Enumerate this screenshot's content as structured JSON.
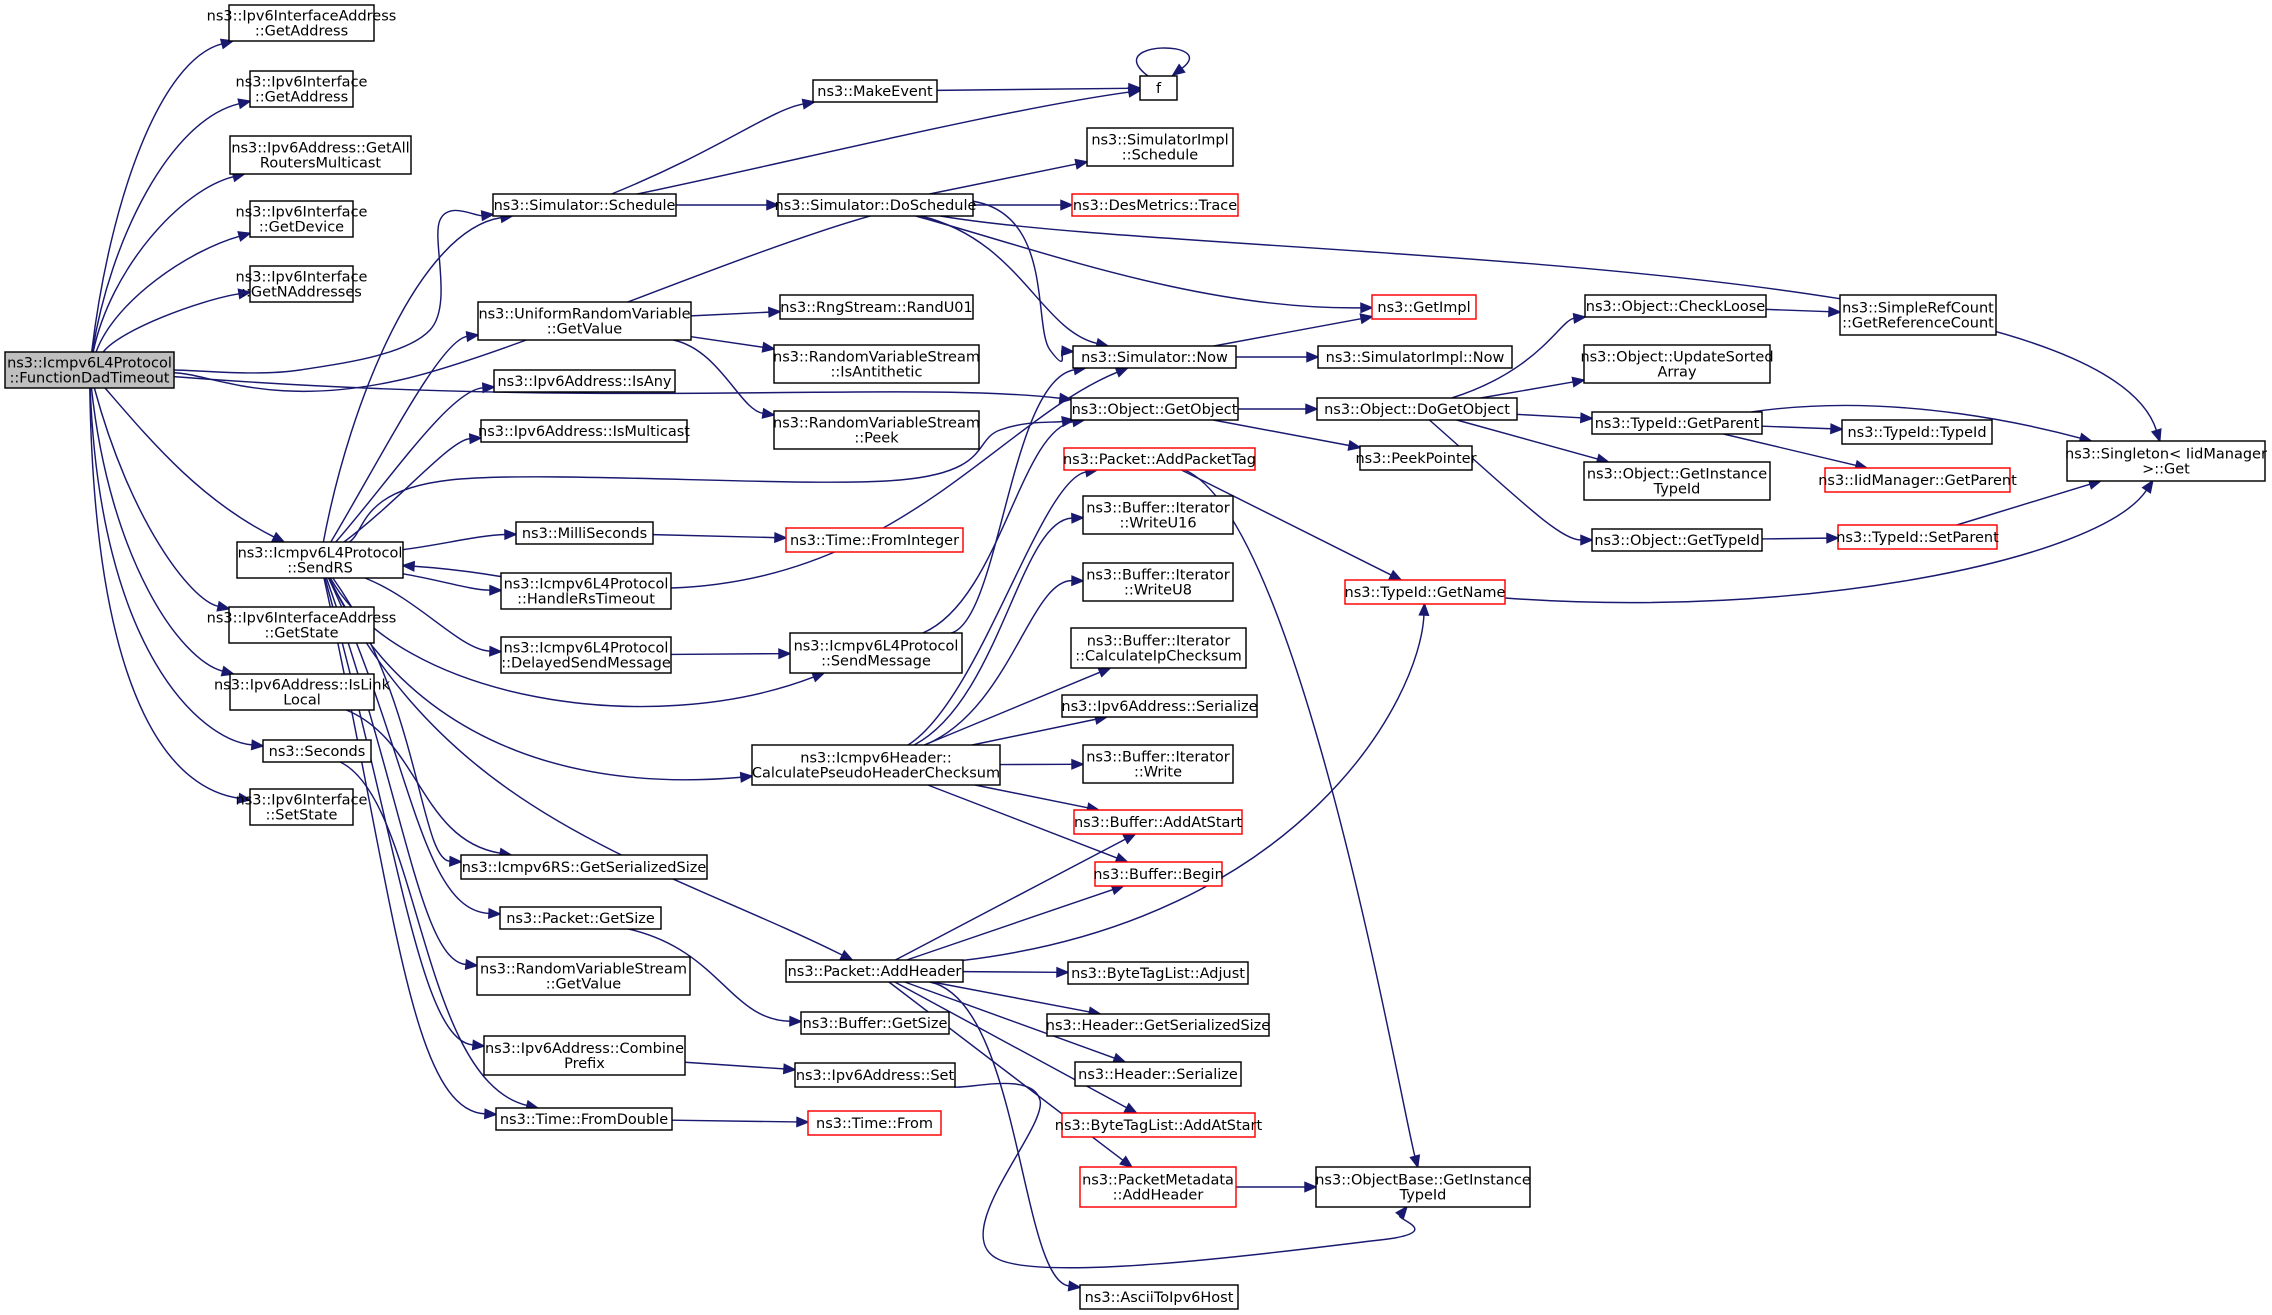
{
  "graph": {
    "nodes": [
      {
        "id": "root",
        "lines": [
          "ns3::Icmpv6L4Protocol",
          "::FunctionDadTimeout"
        ],
        "style": "root"
      },
      {
        "id": "n_ifaddr_getaddr",
        "lines": [
          "ns3::Ipv6InterfaceAddress",
          "::GetAddress"
        ]
      },
      {
        "id": "n_iface_getaddr",
        "lines": [
          "ns3::Ipv6Interface",
          "::GetAddress"
        ]
      },
      {
        "id": "n_getallrouters",
        "lines": [
          "ns3::Ipv6Address::GetAll",
          "RoutersMulticast"
        ]
      },
      {
        "id": "n_iface_getdevice",
        "lines": [
          "ns3::Ipv6Interface",
          "::GetDevice"
        ]
      },
      {
        "id": "n_iface_getn",
        "lines": [
          "ns3::Ipv6Interface",
          "::GetNAddresses"
        ]
      },
      {
        "id": "n_sendrs",
        "lines": [
          "ns3::Icmpv6L4Protocol",
          "::SendRS"
        ]
      },
      {
        "id": "n_ifaddr_getstate",
        "lines": [
          "ns3::Ipv6InterfaceAddress",
          "::GetState"
        ]
      },
      {
        "id": "n_islinklocal",
        "lines": [
          "ns3::Ipv6Address::IsLink",
          "Local"
        ]
      },
      {
        "id": "n_seconds",
        "lines": [
          "ns3::Seconds"
        ]
      },
      {
        "id": "n_iface_setstate",
        "lines": [
          "ns3::Ipv6Interface",
          "::SetState"
        ]
      },
      {
        "id": "n_schedule",
        "lines": [
          "ns3::Simulator::Schedule"
        ]
      },
      {
        "id": "n_urv_getvalue",
        "lines": [
          "ns3::UniformRandomVariable",
          "::GetValue"
        ]
      },
      {
        "id": "n_isany",
        "lines": [
          "ns3::Ipv6Address::IsAny"
        ]
      },
      {
        "id": "n_ismulticast",
        "lines": [
          "ns3::Ipv6Address::IsMulticast"
        ]
      },
      {
        "id": "n_millis",
        "lines": [
          "ns3::MilliSeconds"
        ]
      },
      {
        "id": "n_handlerstimeout",
        "lines": [
          "ns3::Icmpv6L4Protocol",
          "::HandleRsTimeout"
        ]
      },
      {
        "id": "n_delayedsend",
        "lines": [
          "ns3::Icmpv6L4Protocol",
          "::DelayedSendMessage"
        ]
      },
      {
        "id": "n_rs_getsersize",
        "lines": [
          "ns3::Icmpv6RS::GetSerializedSize"
        ]
      },
      {
        "id": "n_packet_getsize",
        "lines": [
          "ns3::Packet::GetSize"
        ]
      },
      {
        "id": "n_rvs_getvalue",
        "lines": [
          "ns3::RandomVariableStream",
          "::GetValue"
        ]
      },
      {
        "id": "n_combineprefix",
        "lines": [
          "ns3::Ipv6Address::Combine",
          "Prefix"
        ]
      },
      {
        "id": "n_fromdouble",
        "lines": [
          "ns3::Time::FromDouble"
        ]
      },
      {
        "id": "n_makeevent",
        "lines": [
          "ns3::MakeEvent"
        ]
      },
      {
        "id": "n_f",
        "lines": [
          "f"
        ]
      },
      {
        "id": "n_doschedule",
        "lines": [
          "ns3::Simulator::DoSchedule"
        ]
      },
      {
        "id": "n_randu01",
        "lines": [
          "ns3::RngStream::RandU01"
        ]
      },
      {
        "id": "n_isantithetic",
        "lines": [
          "ns3::RandomVariableStream",
          "::IsAntithetic"
        ]
      },
      {
        "id": "n_peek",
        "lines": [
          "ns3::RandomVariableStream",
          "::Peek"
        ]
      },
      {
        "id": "n_fromint",
        "lines": [
          "ns3::Time::FromInteger"
        ],
        "style": "red"
      },
      {
        "id": "n_sendmessage",
        "lines": [
          "ns3::Icmpv6L4Protocol",
          "::SendMessage"
        ]
      },
      {
        "id": "n_calcpseudo",
        "lines": [
          "ns3::Icmpv6Header::",
          "CalculatePseudoHeaderChecksum"
        ]
      },
      {
        "id": "n_addheader",
        "lines": [
          "ns3::Packet::AddHeader"
        ]
      },
      {
        "id": "n_buf_getsize",
        "lines": [
          "ns3::Buffer::GetSize"
        ]
      },
      {
        "id": "n_addr_set",
        "lines": [
          "ns3::Ipv6Address::Set"
        ]
      },
      {
        "id": "n_time_from",
        "lines": [
          "ns3::Time::From"
        ],
        "style": "red"
      },
      {
        "id": "n_simimpl_sched",
        "lines": [
          "ns3::SimulatorImpl",
          "::Schedule"
        ]
      },
      {
        "id": "n_desmetrics",
        "lines": [
          "ns3::DesMetrics::Trace"
        ],
        "style": "red"
      },
      {
        "id": "n_now",
        "lines": [
          "ns3::Simulator::Now"
        ]
      },
      {
        "id": "n_getobject",
        "lines": [
          "ns3::Object::GetObject"
        ]
      },
      {
        "id": "n_addpackettag",
        "lines": [
          "ns3::Packet::AddPacketTag"
        ],
        "style": "red"
      },
      {
        "id": "n_writeu16",
        "lines": [
          "ns3::Buffer::Iterator",
          "::WriteU16"
        ]
      },
      {
        "id": "n_writeu8",
        "lines": [
          "ns3::Buffer::Iterator",
          "::WriteU8"
        ]
      },
      {
        "id": "n_calcipchk",
        "lines": [
          "ns3::Buffer::Iterator",
          "::CalculateIpChecksum"
        ]
      },
      {
        "id": "n_serialize",
        "lines": [
          "ns3::Ipv6Address::Serialize"
        ]
      },
      {
        "id": "n_write",
        "lines": [
          "ns3::Buffer::Iterator",
          "::Write"
        ]
      },
      {
        "id": "n_addatstart",
        "lines": [
          "ns3::Buffer::AddAtStart"
        ],
        "style": "red"
      },
      {
        "id": "n_begin",
        "lines": [
          "ns3::Buffer::Begin"
        ],
        "style": "red"
      },
      {
        "id": "n_adjust",
        "lines": [
          "ns3::ByteTagList::Adjust"
        ]
      },
      {
        "id": "n_hdr_getsersize",
        "lines": [
          "ns3::Header::GetSerializedSize"
        ]
      },
      {
        "id": "n_hdr_serialize",
        "lines": [
          "ns3::Header::Serialize"
        ]
      },
      {
        "id": "n_btl_addatstart",
        "lines": [
          "ns3::ByteTagList::AddAtStart"
        ],
        "style": "red"
      },
      {
        "id": "n_pm_addheader",
        "lines": [
          "ns3::PacketMetadata",
          "::AddHeader"
        ],
        "style": "red"
      },
      {
        "id": "n_asciitoipv6",
        "lines": [
          "ns3::AsciiToIpv6Host"
        ]
      },
      {
        "id": "n_getimpl",
        "lines": [
          "ns3::GetImpl"
        ],
        "style": "red"
      },
      {
        "id": "n_simimpl_now",
        "lines": [
          "ns3::SimulatorImpl::Now"
        ]
      },
      {
        "id": "n_dogetobject",
        "lines": [
          "ns3::Object::DoGetObject"
        ]
      },
      {
        "id": "n_peekpointer",
        "lines": [
          "ns3::PeekPointer"
        ]
      },
      {
        "id": "n_typeid_getname",
        "lines": [
          "ns3::TypeId::GetName"
        ],
        "style": "red"
      },
      {
        "id": "n_getinsttypeid",
        "lines": [
          "ns3::ObjectBase::GetInstance",
          "TypeId"
        ]
      },
      {
        "id": "n_checkloose",
        "lines": [
          "ns3::Object::CheckLoose"
        ]
      },
      {
        "id": "n_updatesorted",
        "lines": [
          "ns3::Object::UpdateSorted",
          "Array"
        ]
      },
      {
        "id": "n_getparent",
        "lines": [
          "ns3::TypeId::GetParent"
        ]
      },
      {
        "id": "n_obj_getinsttypeid",
        "lines": [
          "ns3::Object::GetInstance",
          "TypeId"
        ]
      },
      {
        "id": "n_obj_gettypeid",
        "lines": [
          "ns3::Object::GetTypeId"
        ]
      },
      {
        "id": "n_getrefcount",
        "lines": [
          "ns3::SimpleRefCount",
          "::GetReferenceCount"
        ]
      },
      {
        "id": "n_typeid_typeid",
        "lines": [
          "ns3::TypeId::TypeId"
        ]
      },
      {
        "id": "n_iidmgr_getparent",
        "lines": [
          "ns3::IidManager::GetParent"
        ],
        "style": "red"
      },
      {
        "id": "n_setparent",
        "lines": [
          "ns3::TypeId::SetParent"
        ],
        "style": "red"
      },
      {
        "id": "n_singleton_get",
        "lines": [
          "ns3::Singleton< IidManager",
          ">::Get"
        ]
      }
    ]
  }
}
